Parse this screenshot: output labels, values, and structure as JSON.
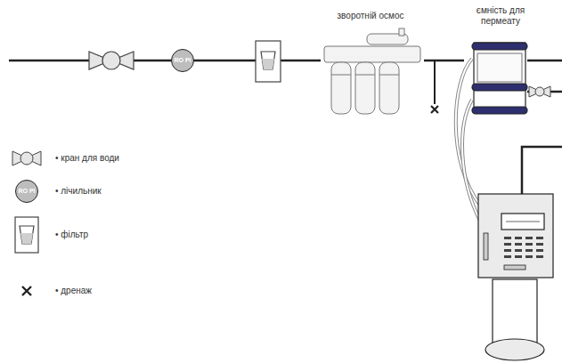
{
  "diagram": {
    "nodes": [
      {
        "text": [
          "RO PI"
        ]
      },
      {
        "text": [
          "зворотній осмос"
        ]
      },
      {
        "text": [
          "ємність для пермеату"
        ]
      },
      {
        "text": [
          "RO PI"
        ]
      }
    ],
    "edges": [
      {
        "from": 1,
        "to": 2,
        "arrow": "none"
      }
    ],
    "legend": [
      {
        "text": "• кран для води"
      },
      {
        "text": "• лічильник"
      },
      {
        "text": "• фільтр"
      },
      {
        "text": "• дренаж"
      }
    ]
  }
}
